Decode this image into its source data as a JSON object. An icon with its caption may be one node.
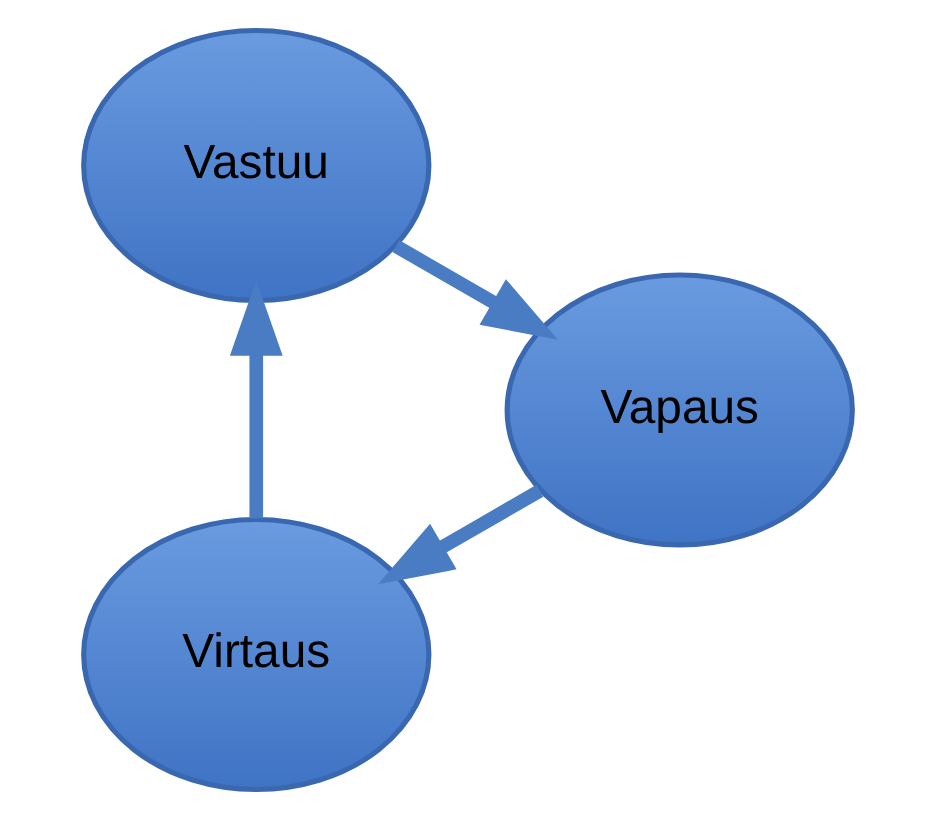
{
  "diagram": {
    "nodes": [
      {
        "text": [
          "Virtaus"
        ]
      },
      {
        "text": [
          "Vastuu"
        ]
      },
      {
        "text": [
          "Vapaus"
        ]
      }
    ],
    "edges": [
      {
        "from": 0,
        "to": 1,
        "arrow": "to"
      },
      {
        "from": 1,
        "to": 2,
        "arrow": "to"
      },
      {
        "from": 2,
        "to": 0,
        "arrow": "to"
      }
    ]
  }
}
